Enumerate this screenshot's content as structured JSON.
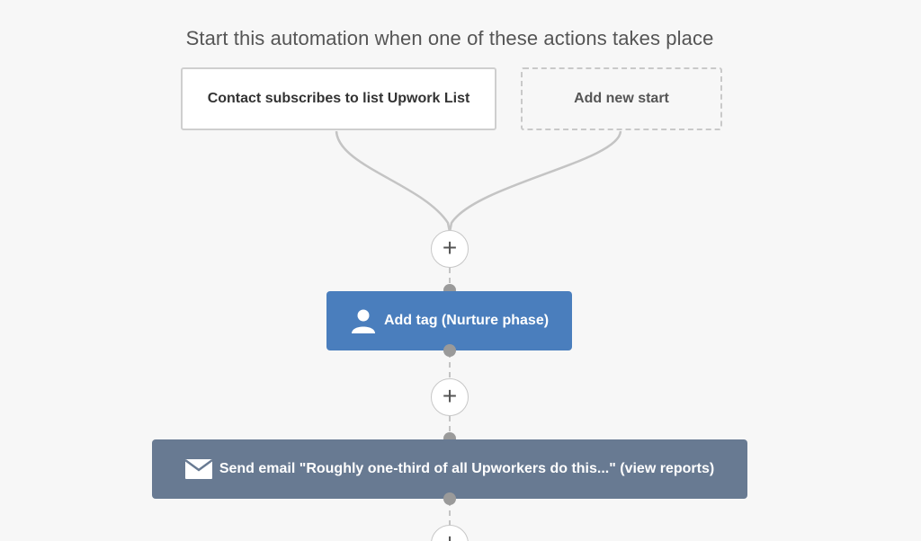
{
  "heading": "Start this automation when one of these actions takes place",
  "starts": {
    "existing_label": "Contact subscribes to list Upwork List",
    "new_label": "Add new start"
  },
  "add_step_symbol": "+",
  "actions": {
    "tag_label": "Add tag (Nurture phase)",
    "email_label": "Send email \"Roughly one-third of all Upworkers do this...\" (view reports)"
  },
  "icons": {
    "tag_action_icon": "person-icon",
    "email_action_icon": "envelope-icon",
    "add_step_icon": "plus-icon"
  },
  "colors": {
    "background": "#f7f7f7",
    "tag_action": "#4a7ebd",
    "email_action": "#687a92",
    "connector": "#bdbdbd",
    "node_dot": "#9a9a9a"
  }
}
